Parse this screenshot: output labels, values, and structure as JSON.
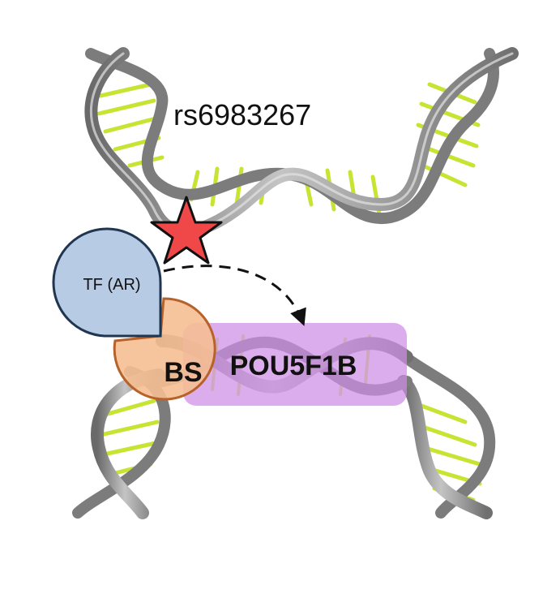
{
  "labels": {
    "snp": "rs6983267",
    "transcription_factor": "TF (AR)",
    "binding_site": "BS",
    "gene": "POU5F1B"
  },
  "colors": {
    "strand": "#8a8a8a",
    "strand_highlight": "#c8c8c8",
    "base_pair": "#c7e432",
    "star_fill": "#f04848",
    "tf_fill": "#b7cce4",
    "tf_stroke": "#1f3550",
    "bs_fill": "#f5be92",
    "bs_stroke": "#b6622a",
    "gene_box": "#cf8ee6",
    "arrow": "#111111"
  },
  "icons": {
    "snp_marker": "star-icon",
    "interaction": "dashed-arrow-icon"
  }
}
